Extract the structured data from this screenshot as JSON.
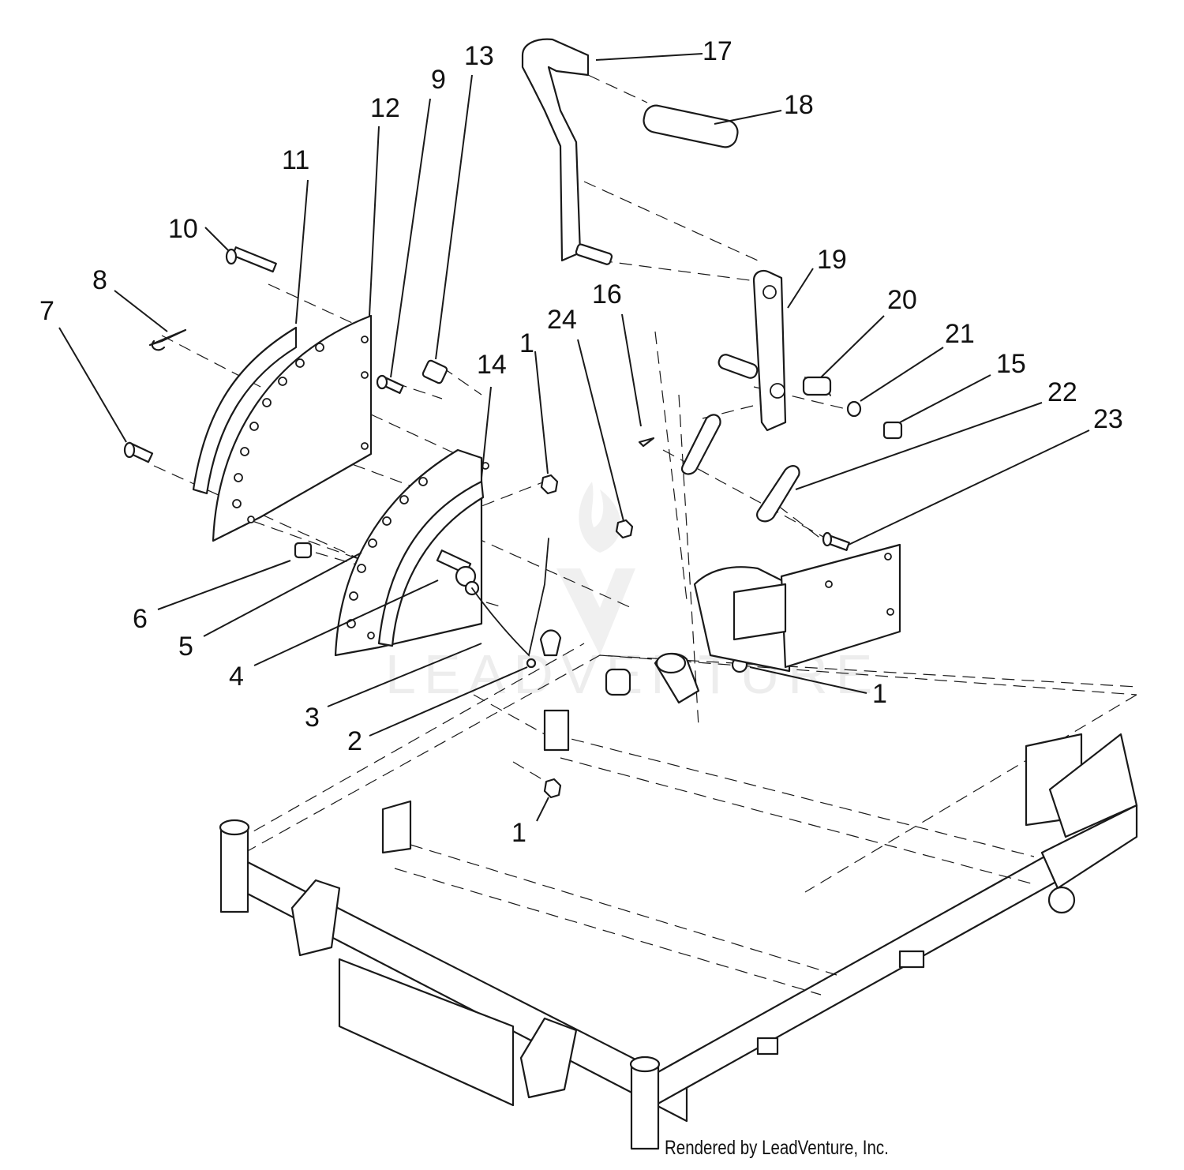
{
  "diagram": {
    "callouts": [
      {
        "label": "1"
      },
      {
        "label": "1"
      },
      {
        "label": "1"
      },
      {
        "label": "2"
      },
      {
        "label": "3"
      },
      {
        "label": "4"
      },
      {
        "label": "5"
      },
      {
        "label": "6"
      },
      {
        "label": "7"
      },
      {
        "label": "8"
      },
      {
        "label": "9"
      },
      {
        "label": "10"
      },
      {
        "label": "11"
      },
      {
        "label": "12"
      },
      {
        "label": "13"
      },
      {
        "label": "14"
      },
      {
        "label": "15"
      },
      {
        "label": "16"
      },
      {
        "label": "17"
      },
      {
        "label": "18"
      },
      {
        "label": "19"
      },
      {
        "label": "20"
      },
      {
        "label": "21"
      },
      {
        "label": "22"
      },
      {
        "label": "23"
      },
      {
        "label": "24"
      }
    ]
  },
  "watermark": {
    "text": "LEADVENTURE"
  },
  "footer": {
    "credit": "Rendered by LeadVenture, Inc."
  }
}
